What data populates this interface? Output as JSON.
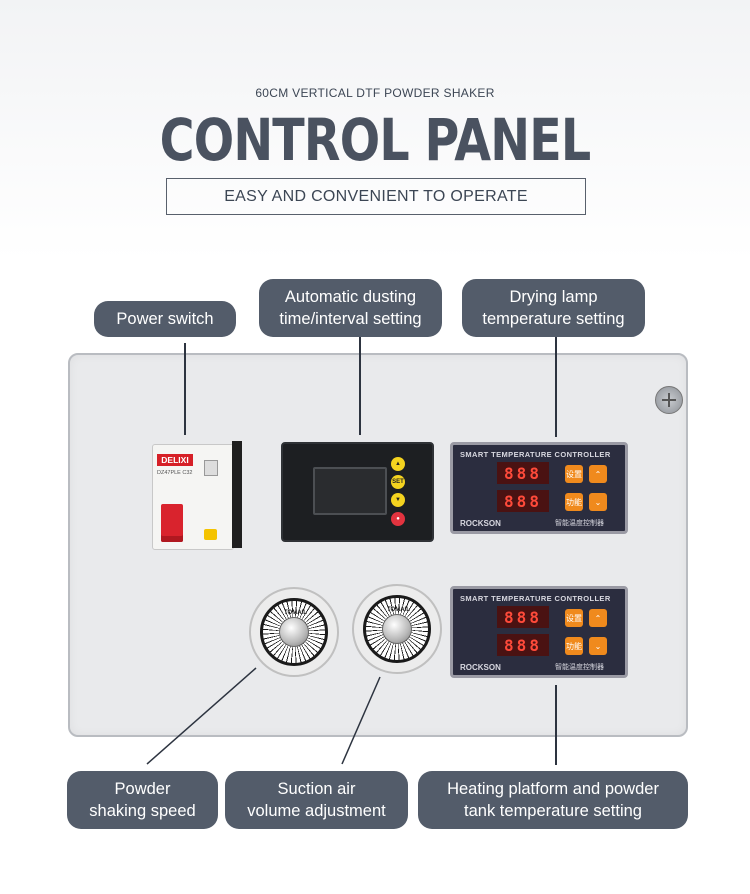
{
  "header": {
    "subtitle": "60CM VERTICAL DTF POWDER SHAKER",
    "title": "CONTROL PANEL",
    "tagline": "EASY AND CONVENIENT TO OPERATE"
  },
  "labels": {
    "power_switch": "Power switch",
    "dusting_line1": "Automatic dusting",
    "dusting_line2": "time/interval setting",
    "drying_line1": "Drying lamp",
    "drying_line2": "temperature setting",
    "powder_line1": "Powder",
    "powder_line2": "shaking speed",
    "suction_line1": "Suction air",
    "suction_line2": "volume adjustment",
    "heating_line1": "Heating platform and powder",
    "heating_line2": "tank temperature setting"
  },
  "device": {
    "breaker_brand": "DELIXI",
    "breaker_model": "DZ47PLE C32",
    "timer_set": "SET",
    "controller_header": "SMART TEMPERATURE CONTROLLER",
    "controller_brand": "ROCKSON",
    "controller_cn": "智能温度控制器",
    "led_value": "888",
    "btn_set": "设置",
    "btn_func": "功能",
    "knob_brand": "TOMAIL"
  },
  "colors": {
    "pill_bg": "#535c6a",
    "title_text": "#4a5260",
    "panel_bg": "#e9eaec"
  }
}
